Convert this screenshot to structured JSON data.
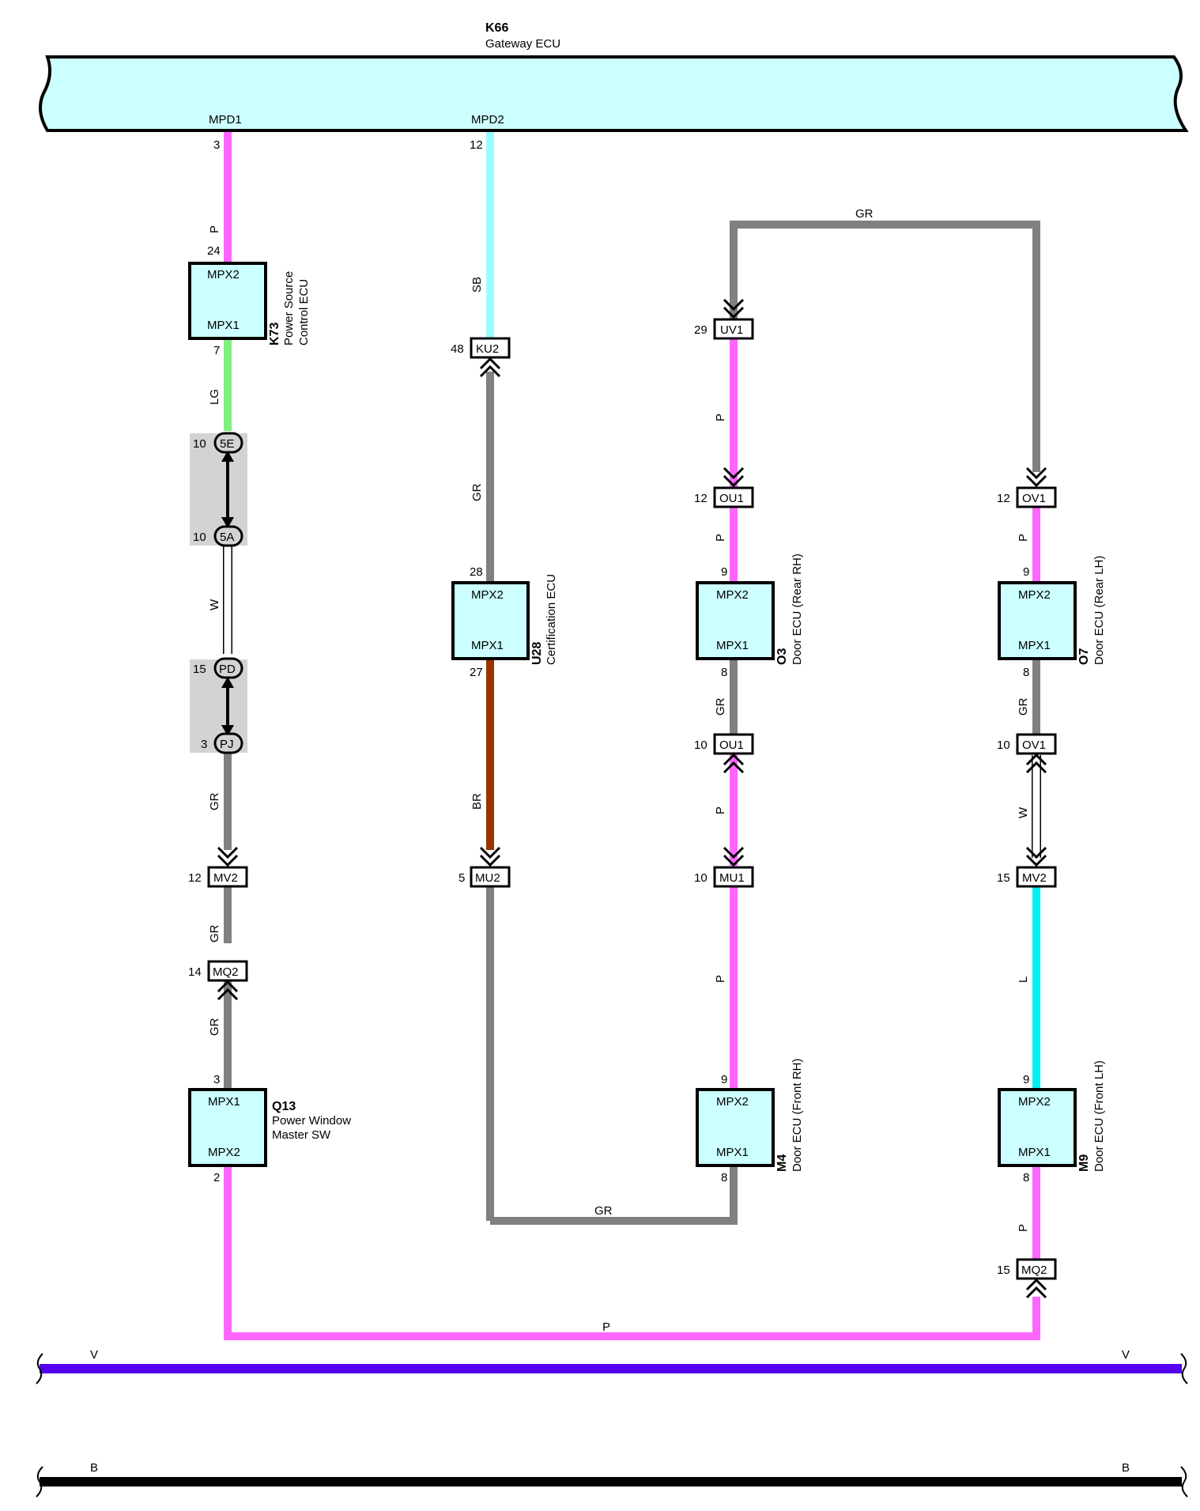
{
  "gateway": {
    "code": "K66",
    "name": "Gateway ECU",
    "pins": [
      "MPD1",
      "MPD2"
    ],
    "pin_numbers": [
      "3",
      "12"
    ]
  },
  "colors": {
    "P": "#ff66ff",
    "SB": "#99ffff",
    "LG": "#80ee80",
    "GR": "#808080",
    "BR": "#993300",
    "W": "#ffffff",
    "L": "#00f0f0",
    "V": "#5500ee",
    "B": "#000000",
    "ecu_fill": "#ccffff",
    "junction_fill": "#d3d3d3"
  },
  "components": {
    "k73": {
      "code": "K73",
      "name1": "Power Source",
      "name2": "Control ECU",
      "top_pin": "MPX2",
      "bottom_pin": "MPX1",
      "top_num": "24",
      "bottom_num": "7"
    },
    "q13": {
      "code": "Q13",
      "name1": "Power Window",
      "name2": "Master SW",
      "top_pin": "MPX1",
      "bottom_pin": "MPX2",
      "top_num": "3",
      "bottom_num": "2"
    },
    "u28": {
      "code": "U28",
      "name": "Certification ECU",
      "top_pin": "MPX2",
      "bottom_pin": "MPX1",
      "top_num": "28",
      "bottom_num": "27"
    },
    "o3": {
      "code": "O3",
      "name": "Door ECU (Rear RH)",
      "top_pin": "MPX2",
      "bottom_pin": "MPX1",
      "top_num": "9",
      "bottom_num": "8"
    },
    "m4": {
      "code": "M4",
      "name": "Door ECU (Front RH)",
      "top_pin": "MPX2",
      "bottom_pin": "MPX1",
      "top_num": "9",
      "bottom_num": "8"
    },
    "o7": {
      "code": "O7",
      "name": "Door ECU (Rear LH)",
      "top_pin": "MPX2",
      "bottom_pin": "MPX1",
      "top_num": "9",
      "bottom_num": "8"
    },
    "m9": {
      "code": "M9",
      "name": "Door ECU (Front LH)",
      "top_pin": "MPX2",
      "bottom_pin": "MPX1",
      "top_num": "9",
      "bottom_num": "8"
    }
  },
  "connectors": {
    "j5e": {
      "label": "5E",
      "num": "10"
    },
    "j5a": {
      "label": "5A",
      "num": "10"
    },
    "jpd": {
      "label": "PD",
      "num": "15"
    },
    "jpj": {
      "label": "PJ",
      "num": "3"
    },
    "mv2_a": {
      "label": "MV2",
      "num": "12"
    },
    "mq2_a": {
      "label": "MQ2",
      "num": "14"
    },
    "ku2": {
      "label": "KU2",
      "num": "48"
    },
    "mu2": {
      "label": "MU2",
      "num": "5"
    },
    "uv1": {
      "label": "UV1",
      "num": "29"
    },
    "ou1_a": {
      "label": "OU1",
      "num": "12"
    },
    "ou1_b": {
      "label": "OU1",
      "num": "10"
    },
    "mu1": {
      "label": "MU1",
      "num": "10"
    },
    "ov1_a": {
      "label": "OV1",
      "num": "12"
    },
    "ov1_b": {
      "label": "OV1",
      "num": "10"
    },
    "mv2_b": {
      "label": "MV2",
      "num": "15"
    },
    "mq2_b": {
      "label": "MQ2",
      "num": "15"
    }
  },
  "wires": {
    "w1": "P",
    "w2": "LG",
    "w3": "W",
    "w4": "GR",
    "w5": "GR",
    "w6": "GR",
    "w7": "SB",
    "w8": "GR",
    "w9": "BR",
    "w10": "GR",
    "w11": "GR",
    "w12": "P",
    "w13": "P",
    "w14": "GR",
    "w15": "P",
    "w16": "P",
    "w17": "P",
    "w18": "GR",
    "w19": "W",
    "w20": "L",
    "w21": "P",
    "w22": "P"
  },
  "buses": {
    "v": {
      "left": "V",
      "right": "V"
    },
    "b": {
      "left": "B",
      "right": "B"
    }
  }
}
